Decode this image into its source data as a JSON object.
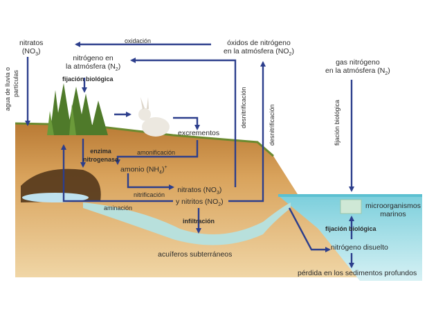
{
  "labels": {
    "nitratos_top": "nitratos",
    "nitratos_top_formula": "(NO",
    "nitratos_top_sub": "3",
    "nitratos_top_close": ")",
    "oxidacion": "oxidación",
    "oxidos_line1": "óxidos de nitrógeno",
    "oxidos_line2": "en la atmósfera (NO",
    "oxidos_sub": "2",
    "oxidos_close": ")",
    "nitrogeno_atm_line1": "nitrógeno en",
    "nitrogeno_atm_line2": "la atmósfera (N",
    "nitrogeno_atm_sub": "2",
    "nitrogeno_atm_close": ")",
    "gas_line1": "gas nitrógeno",
    "gas_line2": "en la atmósfera (N",
    "gas_sub": "2",
    "gas_close": ")",
    "fijacion_biologica_top": "fijación biológica",
    "agua_lluvia": "agua de lluvia o",
    "particulas": "partículas",
    "desnitrificacion_1": "desnitrificación",
    "desnitrificacion_2": "desnitrificación",
    "fijacion_biologica_vert": "fijación biológica",
    "excrementos": "excrementos",
    "enzima": "enzima",
    "nitrogenasa": "nitrogenasa",
    "amonificacion": "amonificación",
    "amonio": "amonio (NH",
    "amonio_sub": "4",
    "amonio_close": ")",
    "amonio_sup": "+",
    "nitrificacion": "nitrificación",
    "nitratos_mid": "nitratos (NO",
    "nitratos_mid_sub": "3",
    "nitratos_mid_close": ")",
    "nitritos_mid": "y nitritos (NO",
    "nitritos_mid_sub": "2",
    "nitritos_mid_close": ")",
    "aminacion": "aminación",
    "infiltracion": "infiltración",
    "acuiferos": "acuíferos subterráneos",
    "microorganismos_line1": "microorganismos",
    "microorganismos_line2": "marinos",
    "fijacion_biologica_sea": "fijación biológica",
    "nitrogeno_disuelto": "nitrógeno disuelto",
    "perdida": "pérdida en los sedimentos profundos"
  },
  "colors": {
    "arrow": "#2c3e8c",
    "soil_top": "#c98a3e",
    "soil_deep": "#e8c58a",
    "sea": "#a9dde6",
    "aquifer": "#b8e0dc",
    "grass": "#4f7a2a"
  }
}
